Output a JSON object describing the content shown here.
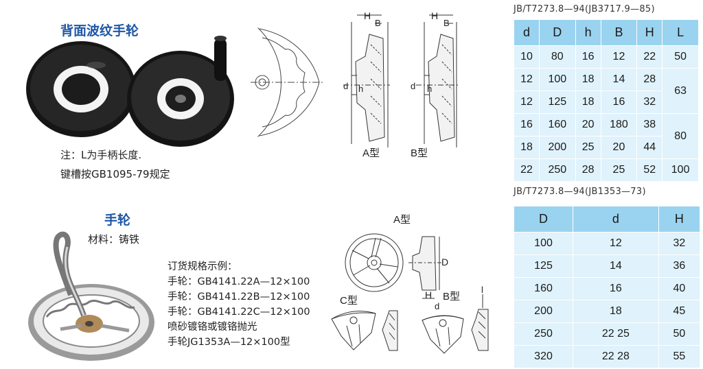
{
  "top_left": {
    "title": "背面波纹手轮",
    "note_line1": "注：L为手柄长度.",
    "note_line2": "键槽按GB1095-79规定"
  },
  "drawing_top": {
    "label_H_a": "H",
    "label_B_a": "B",
    "label_d_a": "d",
    "label_h_a": "h",
    "label_H_b": "H",
    "label_B_b": "B",
    "label_d_b": "d",
    "label_h_b": "h",
    "type_a": "A型",
    "type_b": "B型"
  },
  "table1": {
    "standard": "JB/T7273.8—94(JB3717.9—85)",
    "headers": [
      "d",
      "D",
      "h",
      "B",
      "H",
      "L"
    ],
    "rows": [
      [
        "10",
        "80",
        "16",
        "12",
        "22",
        "50"
      ],
      [
        "12",
        "100",
        "18",
        "14",
        "28",
        "63"
      ],
      [
        "12",
        "125",
        "18",
        "16",
        "32",
        ""
      ],
      [
        "16",
        "160",
        "20",
        "180",
        "38",
        "80"
      ],
      [
        "18",
        "200",
        "25",
        "20",
        "44",
        ""
      ],
      [
        "22",
        "250",
        "28",
        "25",
        "52",
        "100"
      ]
    ]
  },
  "bottom_left": {
    "title": "手轮",
    "material": "材料：铸铁",
    "order_title": "订货规格示例：",
    "order_lines": [
      "手轮：GB4141.22A—12×100",
      "手轮：GB4141.22B—12×100",
      "手轮：GB4141.22C—12×100",
      "喷砂镀铬或镀铬抛光",
      "手轮JG1353A—12×100型"
    ]
  },
  "drawing_bottom": {
    "type_a": "A型",
    "type_b": "B型",
    "type_c": "C型",
    "label_D": "D",
    "label_H": "H",
    "label_d": "d",
    "label_l": "l"
  },
  "table2": {
    "standard": "JB/T7273.8—94(JB1353—73)",
    "headers": [
      "D",
      "d",
      "H"
    ],
    "rows": [
      [
        "100",
        "12",
        "32"
      ],
      [
        "125",
        "14",
        "36"
      ],
      [
        "160",
        "16",
        "40"
      ],
      [
        "200",
        "18",
        "45"
      ],
      [
        "250",
        "22 25",
        "50"
      ],
      [
        "320",
        "22 28",
        "55"
      ]
    ]
  }
}
